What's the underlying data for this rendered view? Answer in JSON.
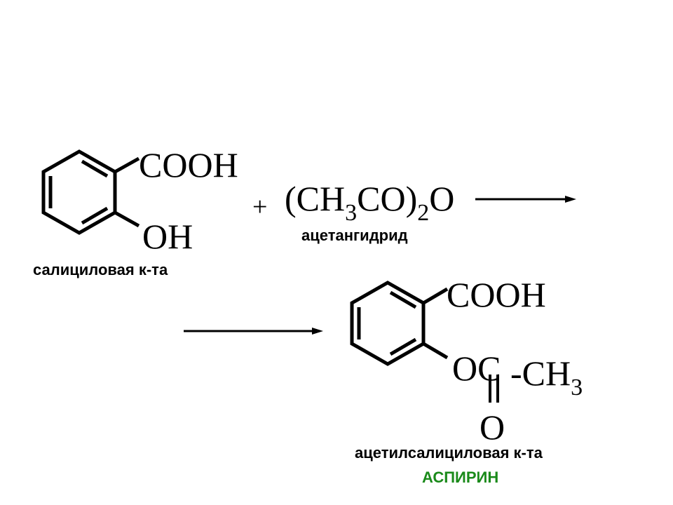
{
  "reactant1": {
    "group_top": "COOH",
    "group_bottom": "OH",
    "name": "салициловая к-та"
  },
  "plus": "+",
  "reactant2": {
    "f_open": "(CH",
    "f_sub1": "3",
    "f_mid": "CO)",
    "f_sub2": "2",
    "f_end": "O",
    "name": "ацетангидрид"
  },
  "product": {
    "group_top": "COOH",
    "group_ester": "OC",
    "methyl": "-CH",
    "methyl_sub": "3",
    "carbonyl_o": "O",
    "name": "ацетилсалициловая к-та",
    "common_name": "АСПИРИН"
  },
  "colors": {
    "ink": "#000000",
    "aspirin": "#1a8a1a"
  }
}
